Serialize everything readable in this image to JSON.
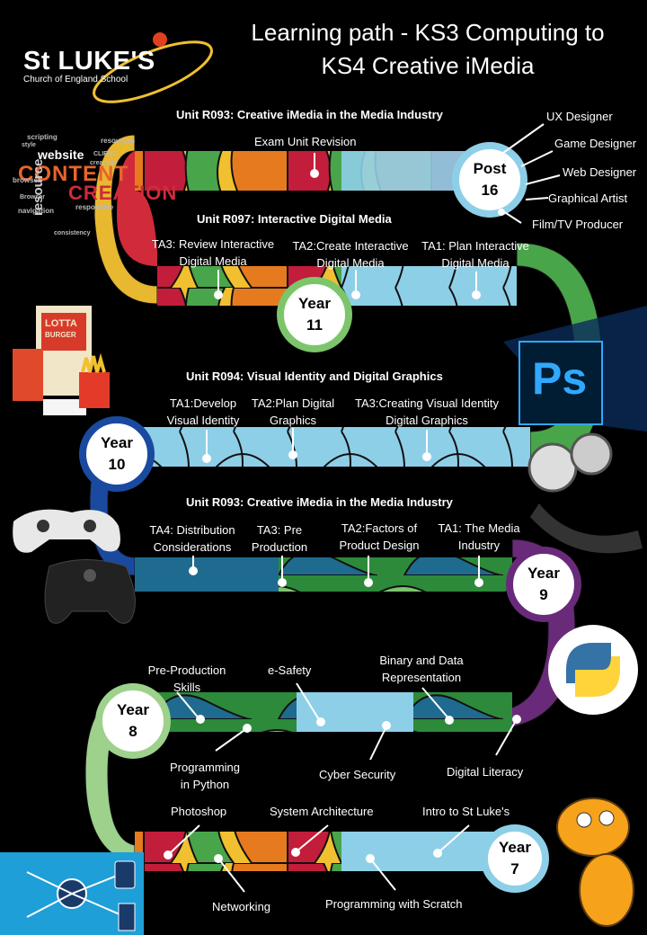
{
  "header": {
    "logo_name": "St LUKE'S",
    "logo_sub": "Church of England School",
    "title_line1": "Learning path - KS3 Computing to",
    "title_line2": "KS4 Creative iMedia"
  },
  "word_cloud": {
    "content": "CONTENT",
    "creation": "CREATION",
    "website": "website",
    "resource": "resource",
    "small": [
      "browser",
      "scripting",
      "navigation",
      "CLIENT",
      "creativity",
      "resources",
      "responsive",
      "consistency",
      "Browser",
      "style"
    ]
  },
  "units": {
    "r093_top": "Unit R093:  Creative iMedia in the Media Industry",
    "r097": "Unit R097: Interactive Digital Media",
    "r094": "Unit R094: Visual Identity and Digital Graphics",
    "r093": "Unit R093: Creative iMedia in the Media Industry"
  },
  "badges": {
    "post16": [
      "Post",
      "16"
    ],
    "year11": [
      "Year",
      "11"
    ],
    "year10": [
      "Year",
      "10"
    ],
    "year9": [
      "Year",
      "9"
    ],
    "year8": [
      "Year",
      "8"
    ],
    "year7": [
      "Year",
      "7"
    ]
  },
  "careers": [
    "UX Designer",
    "Game Designer",
    "Web Designer",
    "Graphical Artist",
    "Film/TV Producer"
  ],
  "post16": {
    "exam_revision": "Exam Unit Revision"
  },
  "year11": {
    "ta3": [
      "TA3: Review Interactive",
      "Digital Media"
    ],
    "ta2": [
      "TA2:Create Interactive",
      "Digital Media"
    ],
    "ta1": [
      "TA1: Plan Interactive",
      "Digital Media"
    ]
  },
  "year10": {
    "ta1": [
      "TA1:Develop",
      "Visual Identity"
    ],
    "ta2": [
      "TA2:Plan Digital",
      "Graphics"
    ],
    "ta3": [
      "TA3:Creating Visual Identity",
      "Digital Graphics"
    ]
  },
  "year9": {
    "ta4": [
      "TA4: Distribution",
      "Considerations"
    ],
    "ta3": [
      "TA3: Pre",
      "Production"
    ],
    "ta2": [
      "TA2:Factors of",
      "Product Design"
    ],
    "ta1": [
      "TA1: The Media",
      "Industry"
    ]
  },
  "year8": {
    "preprod": [
      "Pre-Production",
      "Skills"
    ],
    "esafety": "e-Safety",
    "binary": [
      "Binary and Data",
      "Representation"
    ],
    "python": [
      "Programming",
      "in Python"
    ],
    "cyber": "Cyber Security",
    "literacy": "Digital Literacy"
  },
  "year7": {
    "photoshop": "Photoshop",
    "sysarch": "System Architecture",
    "intro": "Intro to St Luke's",
    "networking": "Networking",
    "scratch": "Programming with Scratch"
  },
  "decorations": {
    "lotta1": "LOTTA",
    "lotta2": "BURGER",
    "ps": "Ps"
  }
}
